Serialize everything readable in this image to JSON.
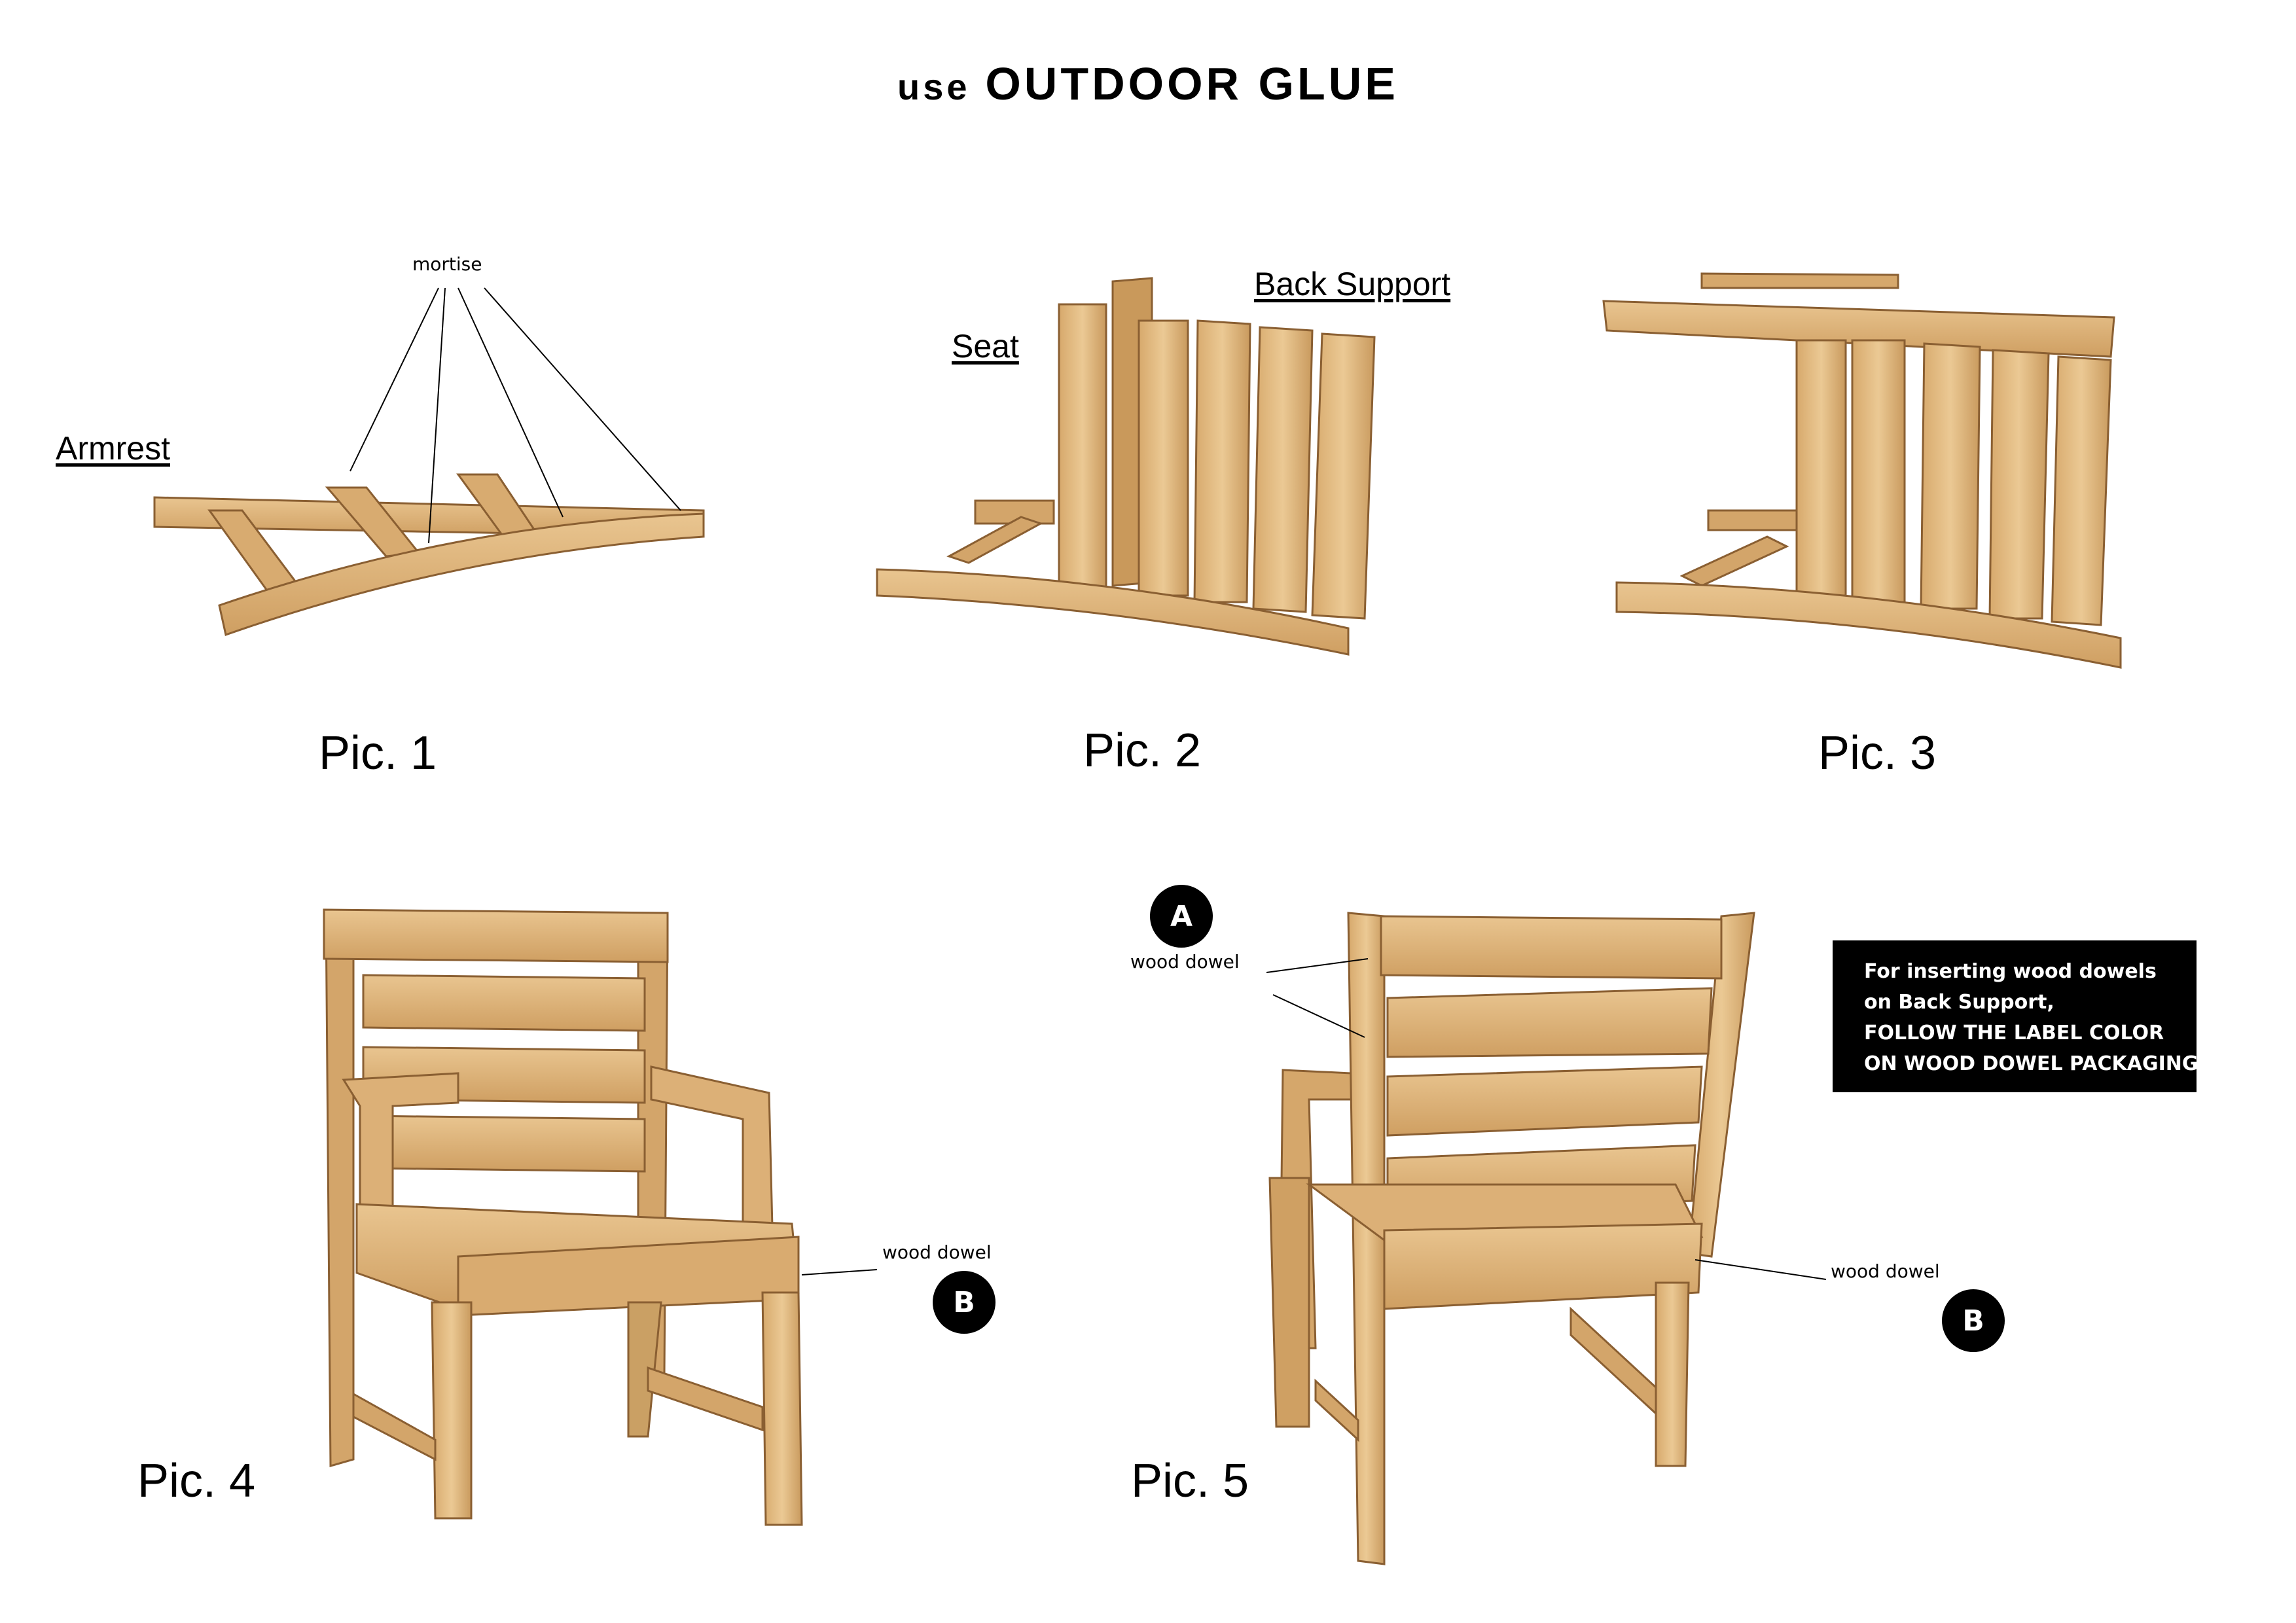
{
  "title": {
    "prefix": "use",
    "main": "OUTDOOR GLUE"
  },
  "pictures": [
    {
      "label": "Pic. 1"
    },
    {
      "label": "Pic. 2"
    },
    {
      "label": "Pic. 3"
    },
    {
      "label": "Pic. 4"
    },
    {
      "label": "Pic. 5"
    }
  ],
  "pic1": {
    "armrest_label": "Armrest",
    "mortise_label": "mortise"
  },
  "pic2": {
    "seat_label": "Seat",
    "back_support_label": "Back Support"
  },
  "pic4": {
    "dowel_label": "wood dowel",
    "badge": "B"
  },
  "pic5": {
    "dowel_label_a": "wood dowel",
    "dowel_label_b": "wood dowel",
    "badge_a": "A",
    "badge_b": "B"
  },
  "note": {
    "lines": [
      "For inserting wood dowels",
      "on Back Support,",
      "FOLLOW THE LABEL COLOR",
      "ON WOOD DOWEL PACKAGING"
    ]
  },
  "colors": {
    "wood_light": "#e3bd85",
    "wood_mid": "#d2a468",
    "wood_dark": "#b07e48",
    "outline": "#8a5f32"
  }
}
